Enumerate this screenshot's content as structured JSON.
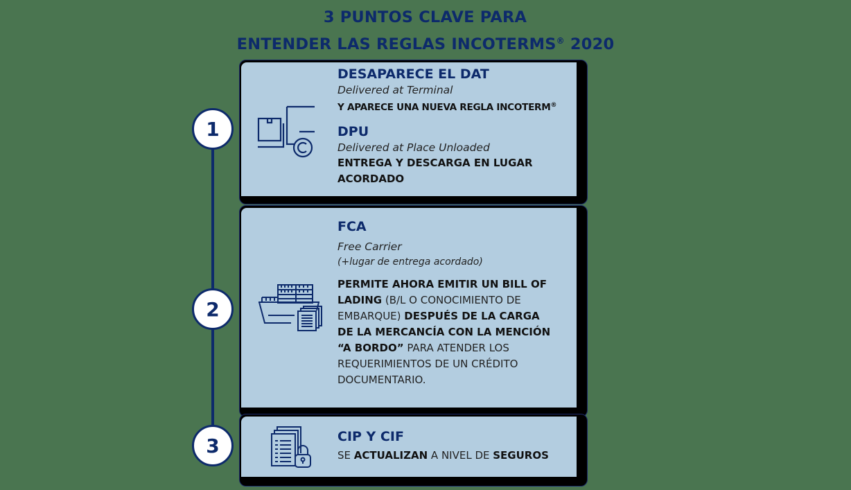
{
  "title": {
    "line1": "3 PUNTOS CLAVE PARA",
    "line2": "ENTENDER LAS REGLAS INCOTERMS",
    "line2_reg": "®",
    "line2_year": "2020"
  },
  "colors": {
    "background": "#4a7550",
    "navy": "#0d2a6b",
    "card": "#b3cde0",
    "shadow": "#000000"
  },
  "steps": [
    {
      "number": "1",
      "icon": "forklift-icon",
      "heading1": "DESAPARECE EL DAT",
      "subtitle1": "Delivered at Terminal",
      "line1": "Y APARECE UNA NUEVA REGLA INCOTERM",
      "line1_reg": "®",
      "heading2": "DPU",
      "subtitle2": "Delivered at Place Unloaded",
      "desc_line1": "ENTREGA Y DESCARGA EN LUGAR",
      "desc_line2": "ACORDADO"
    },
    {
      "number": "2",
      "icon": "cargo-ship-documents-icon",
      "heading": "FCA",
      "subtitle": "Free Carrier",
      "subtitle_note": "(+lugar de entrega acordado)",
      "desc": [
        {
          "bold": "PERMITE AHORA EMITIR UN BILL OF",
          "normal": ""
        },
        {
          "bold": "LADING",
          "normal": " (B/L O CONOCIMIENTO DE"
        },
        {
          "normal_pre": "EMBARQUE) ",
          "bold": "DESPUÉS DE LA CARGA"
        },
        {
          "bold": "DE LA MERCANCÍA CON LA MENCIÓN",
          "normal": ""
        },
        {
          "bold": "“A BORDO”",
          "normal": " PARA ATENDER LOS"
        },
        {
          "bold": "",
          "normal": "REQUERIMIENTOS DE UN CRÉDITO"
        },
        {
          "bold": "",
          "normal": "DOCUMENTARIO."
        }
      ]
    },
    {
      "number": "3",
      "icon": "documents-lock-icon",
      "heading": "CIP Y CIF",
      "desc_part1": "SE ",
      "desc_part2": "ACTUALIZAN",
      "desc_part3": " A NIVEL DE ",
      "desc_part4": "SEGUROS"
    }
  ]
}
